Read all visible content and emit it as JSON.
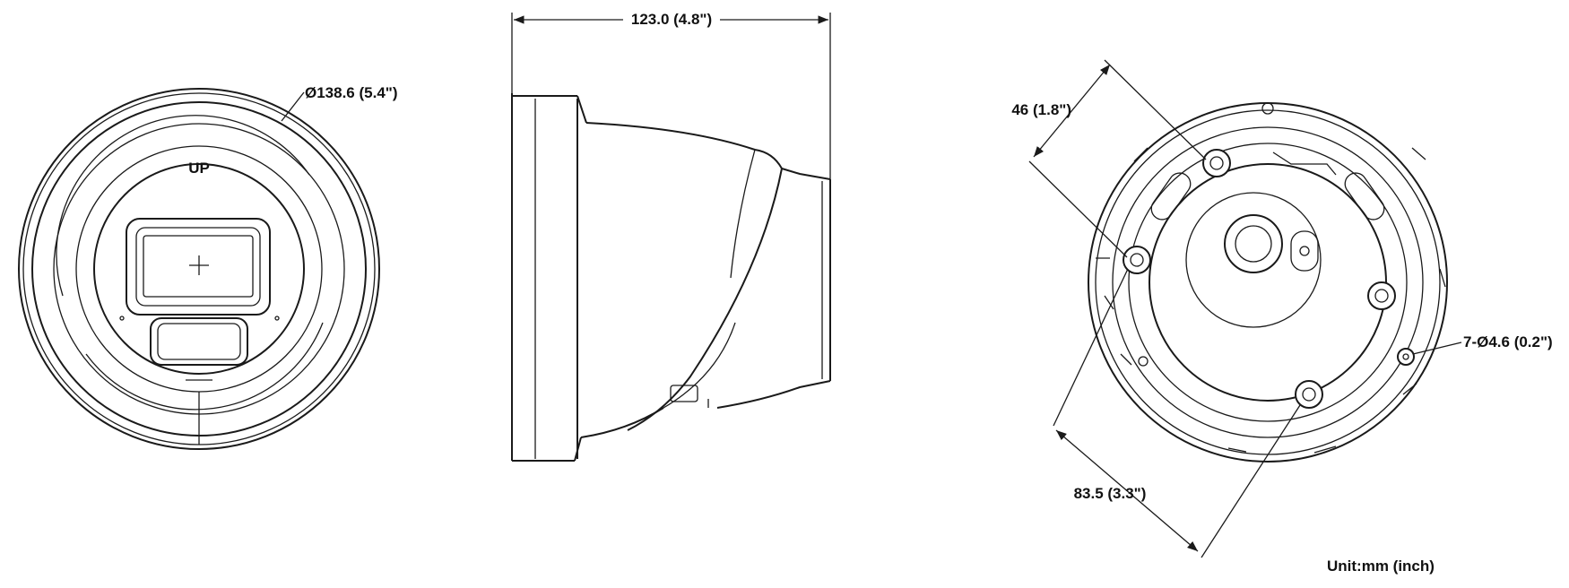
{
  "views": {
    "front": {
      "diameter_label": "Ø138.6 (5.4\")",
      "marking": "UP"
    },
    "side": {
      "width_label": "123.0 (4.8\")"
    },
    "base": {
      "spacing_short_label": "46 (1.8\")",
      "spacing_long_label": "83.5 (3.3\")",
      "holes_label": "7-Ø4.6 (0.2\")"
    }
  },
  "unit_note": "Unit:mm (inch)"
}
